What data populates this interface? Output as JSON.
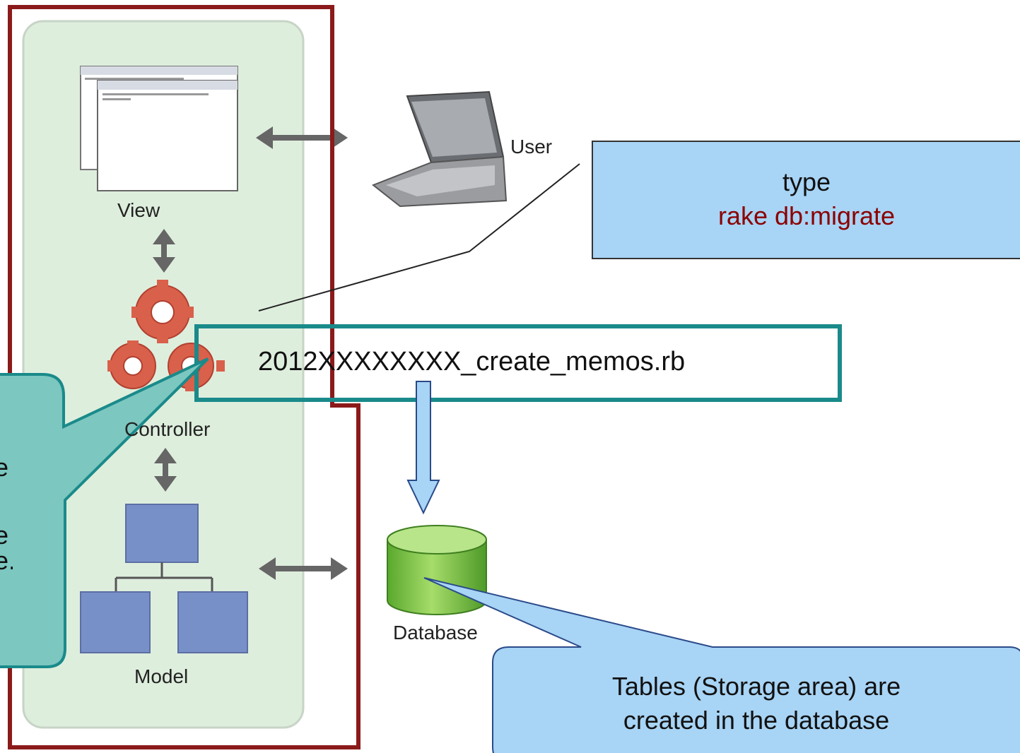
{
  "labels": {
    "view": "View",
    "user": "User",
    "controller": "Controller",
    "database": "Database",
    "model": "Model"
  },
  "callout_top": {
    "line1": "type",
    "line2": "rake db:migrate",
    "command_color": "#8b0000",
    "fill": "#a8d4f5"
  },
  "migration_file": {
    "name": "2012XXXXXXXX_create_memos.rb",
    "border_color": "#1a8a8a"
  },
  "callout_bottom": {
    "text_line1": "Tables (Storage area) are",
    "text_line2": "created in the database",
    "fill": "#a8d4f5"
  },
  "callout_left": {
    "visible_fragments": [
      "e",
      "e",
      "e."
    ],
    "fill": "#7cc7c0"
  },
  "colors": {
    "panel": "#deeedd",
    "frame": "#8b1a1a",
    "gear": "#d9604a",
    "model_box": "#7890c8",
    "db_green": "#7cc34a"
  },
  "icons": [
    "window-icon",
    "laptop-icon",
    "gears-icon",
    "database-icon",
    "model-hierarchy-icon",
    "double-arrow-icon"
  ]
}
